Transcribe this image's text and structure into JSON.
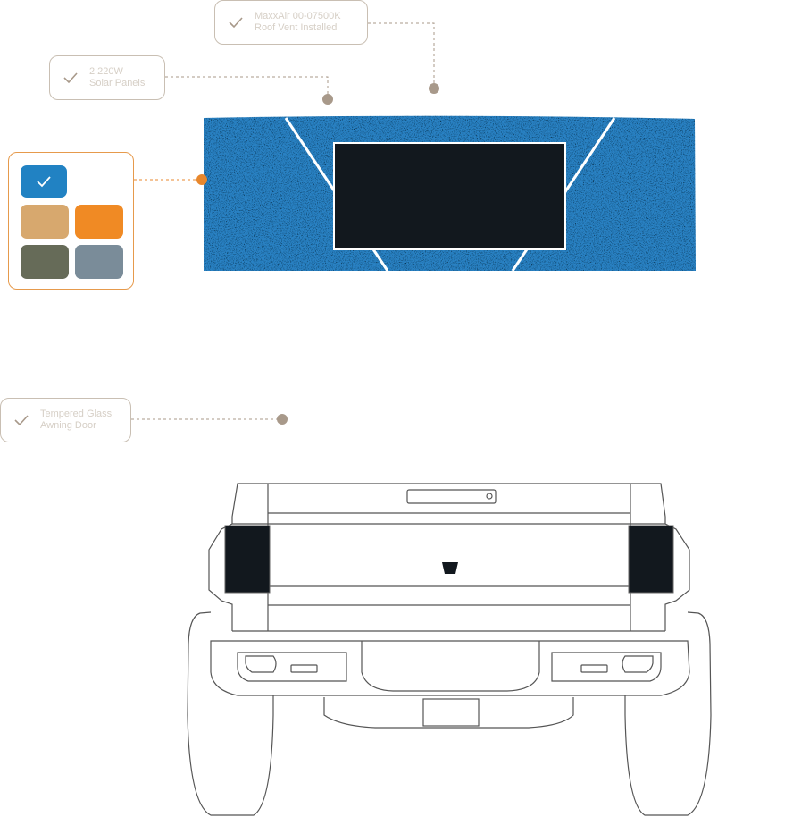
{
  "colors": {
    "accent": "#e8872c",
    "callout_border": "#c9bfb3",
    "dot": "#a8998a",
    "roof_blue": "#2a82c4",
    "outline": "#555555"
  },
  "callouts": {
    "roof_vent": {
      "line1": "MaxxAir 00-07500K",
      "line2": "Roof Vent Installed",
      "icon": "check-icon"
    },
    "solar": {
      "line1": "2 220W",
      "line2": "Solar Panels",
      "icon": "check-icon"
    },
    "door": {
      "line1": "Tempered Glass",
      "line2": "Awning Door",
      "icon": "check-icon"
    }
  },
  "color_picker": {
    "swatches": [
      {
        "name": "blue",
        "color": "#2182c3",
        "selected": true
      },
      {
        "name": "tan",
        "color": "#d7a86e",
        "selected": false
      },
      {
        "name": "orange",
        "color": "#f08a24",
        "selected": false
      },
      {
        "name": "olive",
        "color": "#666b58",
        "selected": false
      },
      {
        "name": "gray-blue",
        "color": "#7a8c99",
        "selected": false
      }
    ]
  }
}
